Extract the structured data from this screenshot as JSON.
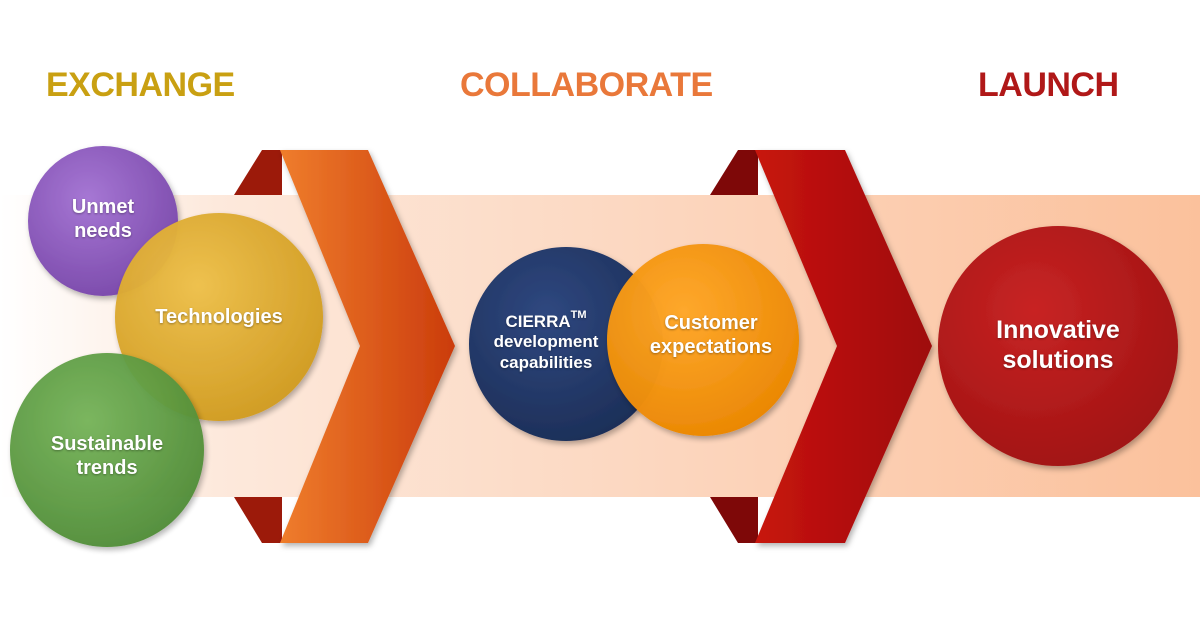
{
  "headings": {
    "exchange": "EXCHANGE",
    "collaborate": "COLLABORATE",
    "launch": "LAUNCH"
  },
  "circles": {
    "unmet": {
      "line1": "Unmet",
      "line2": "needs"
    },
    "technologies": {
      "line1": "Technologies"
    },
    "sustainable": {
      "line1": "Sustainable",
      "line2": "trends"
    },
    "cierra": {
      "brand": "CIERRA",
      "tm": "TM",
      "line2": "development",
      "line3": "capabilities"
    },
    "customer": {
      "line1": "Customer",
      "line2": "expectations"
    },
    "innovative": {
      "line1": "Innovative",
      "line2": "solutions"
    }
  },
  "colors": {
    "exchange_heading": "#c9a012",
    "collaborate_heading": "#e9783a",
    "launch_heading": "#b01818",
    "band_light": "#fde5d6",
    "band_dark": "#fbc6a4",
    "purple": "#8e5fbf",
    "gold": "#ddab2c",
    "green": "#5c9c41",
    "navy": "#233866",
    "orange": "#f3930f",
    "red": "#b3191a"
  }
}
